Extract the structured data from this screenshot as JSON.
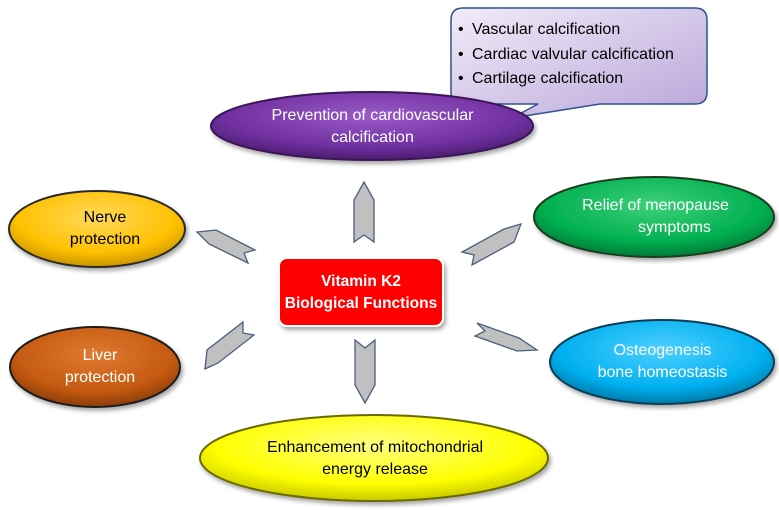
{
  "center": {
    "title_line1": "Vitamin K2",
    "title_line2": "Biological Functions",
    "fill": "#ff0000"
  },
  "functions": {
    "cardiovascular": {
      "line1": "Prevention of cardiovascular",
      "line2": "calcification",
      "fill": "#7030a0"
    },
    "nerve": {
      "line1": "Nerve",
      "line2": "protection",
      "fill": "#ffc000"
    },
    "menopause": {
      "line1": "Relief of menopause",
      "line2": "symptoms",
      "fill": "#00b050"
    },
    "liver": {
      "line1": "Liver",
      "line2": "protection",
      "fill": "#c55a11"
    },
    "osteogenesis": {
      "line1": "Osteogenesis",
      "line2": "bone homeostasis",
      "fill": "#00b0f0"
    },
    "mitochondrial": {
      "line1": "Enhancement of mitochondrial",
      "line2": "energy release",
      "fill": "#ffff00"
    }
  },
  "callout": {
    "items": [
      "Vascular calcification",
      "Cardiac valvular calcification",
      "Cartilage calcification"
    ],
    "fill": "#c8b8e0"
  },
  "arrow_fill": "#c0c0c0"
}
